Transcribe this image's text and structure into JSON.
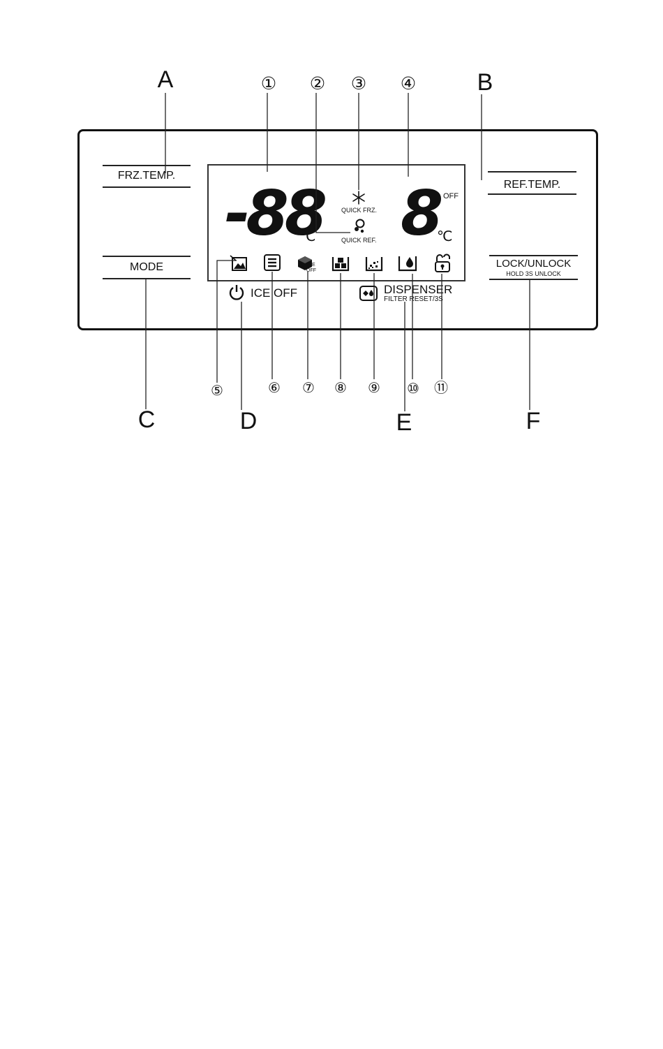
{
  "letters": {
    "a": "A",
    "b": "B",
    "c": "C",
    "d": "D",
    "e": "E",
    "f": "F"
  },
  "callouts": {
    "n1": "①",
    "n2": "②",
    "n3": "③",
    "n4": "④",
    "n5": "⑤",
    "n6": "⑥",
    "n7": "⑦",
    "n8": "⑧",
    "n9": "⑨",
    "n10": "⑩",
    "n11": "⑪"
  },
  "buttons": {
    "frz_temp": "FRZ.TEMP.",
    "mode": "MODE",
    "ref_temp": "REF.TEMP.",
    "lock_unlock": "LOCK/UNLOCK",
    "hold_unlock": "HOLD 3S UNLOCK",
    "ice_off": "ICE OFF",
    "dispenser": "DISPENSER",
    "filter_reset": "FILTER RESET/3S"
  },
  "lcd": {
    "frz_digits": "-88",
    "ref_digit": "8",
    "unit_frz": "℃",
    "unit_ref": "℃",
    "off_label": "OFF",
    "quick_frz": "QUICK FRZ.",
    "quick_ref": "QUICK REF.",
    "ice_label": "ICE",
    "ice_off_label": "OFF"
  }
}
